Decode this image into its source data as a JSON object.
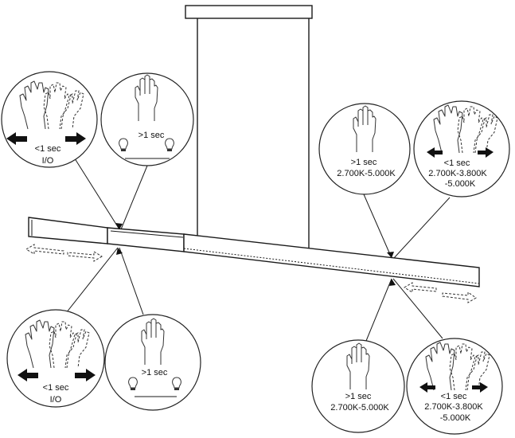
{
  "callouts": {
    "top_left_swipe": {
      "line1": "<1 sec",
      "line2": "I/O"
    },
    "top_left_hold": {
      "line1": ">1 sec"
    },
    "top_right_hold": {
      "line1": ">1 sec",
      "line2": "2.700K-5.000K"
    },
    "top_right_swipe": {
      "line1": "<1 sec",
      "line2": "2.700K-3.800K",
      "line3": "-5.000K"
    },
    "bottom_left_swipe": {
      "line1": "<1 sec",
      "line2": "I/O"
    },
    "bottom_left_hold": {
      "line1": ">1 sec"
    },
    "bottom_right_hold": {
      "line1": ">1 sec",
      "line2": "2.700K-5.000K"
    },
    "bottom_right_swipe": {
      "line1": "<1 sec",
      "line2": "2.700K-3.800K",
      "line3": "-5.000K"
    }
  },
  "icons": {
    "hand": "hand-icon",
    "hands_swipe": "swipe-hands-icon",
    "bulb_dim": "bulb-dim-icon",
    "bulb_bright": "bulb-bright-icon",
    "arrow_left": "arrow-left-icon",
    "arrow_right": "arrow-right-icon",
    "slide_arrows": "slide-arrows-icon"
  },
  "colors": {
    "line": "#1a1a1a",
    "background": "#ffffff"
  }
}
